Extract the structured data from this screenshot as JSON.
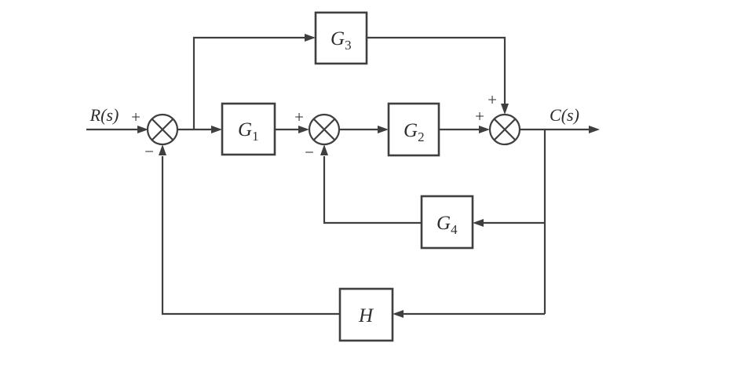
{
  "figure": {
    "type": "control-system-block-diagram",
    "input_label": "R(s)",
    "output_label": "C(s)",
    "blocks": {
      "g1": {
        "base": "G",
        "sub": "1"
      },
      "g2": {
        "base": "G",
        "sub": "2"
      },
      "g3": {
        "base": "G",
        "sub": "3"
      },
      "g4": {
        "base": "G",
        "sub": "4"
      },
      "h": {
        "base": "H",
        "sub": ""
      }
    },
    "junctions": {
      "sum1": {
        "left_sign": "+",
        "bottom_sign": "−"
      },
      "sum2": {
        "left_sign": "+",
        "bottom_sign": "−"
      },
      "sum3": {
        "left_sign": "+",
        "top_sign": "+"
      }
    },
    "colors": {
      "stroke": "#3f3f3f",
      "text": "#2e2e2e",
      "background": "#ffffff"
    }
  }
}
